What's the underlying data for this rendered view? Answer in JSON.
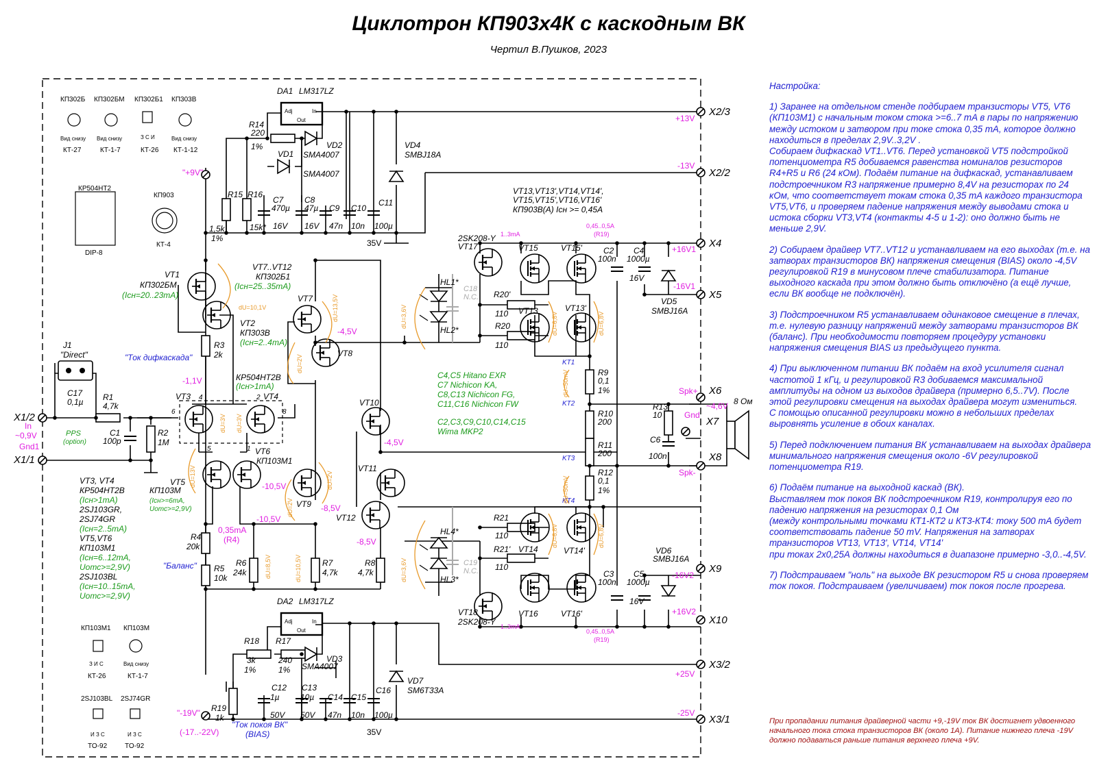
{
  "title": "Циклотрон КП903х4К с каскодным ВК",
  "author": "Чертил В.Пушков, 2023",
  "colors": {
    "wire": "#000000",
    "magenta": "#e01ee0",
    "green": "#1a9a1a",
    "blue": "#1f1fd0",
    "orange": "#e89a2a",
    "red": "#a01010",
    "grey": "#aaaaaa"
  },
  "connectors": {
    "x2_3": "X2/3",
    "x2_2": "X2/2",
    "x4": "X4",
    "x5": "X5",
    "x6": "X6",
    "x7": "X7",
    "x8": "X8",
    "x9": "X9",
    "x10": "X10",
    "x3_2": "X3/2",
    "x3_1": "X3/1",
    "x1_2": "X1/2",
    "x1_1": "X1/1"
  },
  "rails": {
    "p13": "+13V",
    "m13": "-13V",
    "p16v1": "+16V1",
    "m16v1": "-16V1",
    "m16v2": "-16V2",
    "p16v2": "+16V2",
    "p25": "+25V",
    "m25": "-25V",
    "p9": "\"+9V\"",
    "m19": "\"-19V\"",
    "m19range": "(-17..-22V)",
    "spk_p": "Spk+",
    "spk_m": "Spk-",
    "gnd": "Gnd",
    "out46": "~4,6V",
    "in_label": "In",
    "in_v": "~0,9V",
    "gnd1": "Gnd1",
    "v35a": "35V",
    "v35b": "35V"
  },
  "packages": {
    "kp302b": "КП302Б",
    "kp302bm": "КП302БМ",
    "kp302b1": "КП302Б1",
    "kp303v": "КП303В",
    "kt27": "КТ-27",
    "kt17a": "КТ-1-7",
    "kt26a": "КТ-26",
    "kt112": "КТ-1-12",
    "bottom_view": "Вид снизу",
    "zsi": "З С И",
    "kr504": "КР504НТ2",
    "dip8": "DIP-8",
    "kp903": "КП903",
    "kt4": "КТ-4",
    "kp103m1": "КП103М1",
    "kp103m": "КП103М",
    "kt26b": "КТ-26",
    "kt17b": "КТ-1-7",
    "sj103bl": "2SJ103BL",
    "sj74gr": "2SJ74GR",
    "ics": "И З С",
    "to92a": "TO-92",
    "to92b": "TO-92",
    "zis": "З И С"
  },
  "labels": {
    "da1": "DA1",
    "lm1": "LM317LZ",
    "da2": "DA2",
    "lm2": "LM317LZ",
    "adj": "Adj",
    "in": "In",
    "out": "Out",
    "r14": "R14",
    "r14v": "220",
    "r14t": "1%",
    "vd1": "VD1",
    "vd2": "VD2",
    "sma1": "SMA4007",
    "sma2": "SMA4007",
    "sma3": "SMA4007",
    "vd4": "VD4",
    "smbj18": "SMBJ18A",
    "r15": "R15",
    "r15v": "1,5k",
    "r15t": "1%",
    "r16": "R16",
    "r16v": "15k*",
    "c7": "C7",
    "c7v": "470µ",
    "c7u": "16V",
    "c8": "C8",
    "c8v": "47µ",
    "c8u": "16V",
    "c9": "C9",
    "c9v": "47n",
    "c10": "C10",
    "c10v": "10n",
    "c11": "C11",
    "c11v": "100µ",
    "vt_list1": "VT13,VT13',VT14,VT14',",
    "vt_list2": "VT15,VT15',VT16,VT16'",
    "vt_list3": "КП903В(А) Iсн >= 0,45А",
    "vt1": "VT1",
    "vt1t": "КП302БМ",
    "vt1i": "(Iсн=20..23mA)",
    "vt2": "VT2",
    "vt2t": "КП303В",
    "vt2i": "(Iсн=2..4mA)",
    "vt712": "VT7..VT12",
    "vt712t": "КП302Б1",
    "vt712i": "(Iсн=25..35mA)",
    "du10": "dU=10,1V",
    "du135": "dU=13,5V",
    "r3": "R3",
    "r3v": "2k",
    "tok": "\"Ток дифкаскада\"",
    "m11": "-1,1V",
    "kr504b": "КР504НТ2В",
    "kr504i": "(Iсн>1mA)",
    "vt7": "VT7",
    "vt8": "VT8",
    "du2a": "dU=2V",
    "m45a": "-4,5V",
    "j1": "J1",
    "direct": "\"Direct\"",
    "c17": "C17",
    "c17v": "0,1µ",
    "pps": "PPS",
    "option": "(option)",
    "r1": "R1",
    "r1v": "4,7k",
    "c1": "C1",
    "c1v": "100p",
    "r2": "R2",
    "r2v": "1M",
    "vt3": "VT3",
    "vt4": "VT4",
    "p4": "4",
    "p2": "2",
    "p6": "6",
    "p8": "8",
    "p5": "5",
    "p1": "1",
    "du3a": "dU=3V",
    "du3b": "dU=3V",
    "vt5": "VT5",
    "vt6": "VT6",
    "vt6t": "КП103М1",
    "vt5t": "КП103М",
    "vt5i1": "(Iсн>=6mA,",
    "vt5i2": "Uотс>=2,9V)",
    "du13": "dU=13V",
    "m105a": "-10,5V",
    "m105b": "-10,5V",
    "vt9": "VT9",
    "m85a": "-8,5V",
    "du2b": "dU=2V",
    "du2c": "dU=2V",
    "vt10": "VT10",
    "vt11": "VT11",
    "vt12": "VT12",
    "m45b": "-4,5V",
    "m85b": "-8,5V",
    "g1": "VT3, VT4",
    "g2": "КР504НТ2В",
    "g3": "(Iсн>1mA)",
    "g4": "2SJ103GR,",
    "g5": "2SJ74GR",
    "g6": "(Iсн=2..5mA)",
    "g7": "VT5,VT6",
    "g8": "КП103М1",
    "g9": "(Iсн=6..12mA,",
    "g10": "Uотс>=2,9V)",
    "g11": "2SJ103BL",
    "g12": "(Iсн=10..15mA,",
    "g13": "Uотс>=2,9V)",
    "r4": "R4",
    "r4v": "20k",
    "i035": "0,35mA",
    "i035r": "(R4)",
    "bal": "\"Баланс\"",
    "r5": "R5",
    "r5v": "10k",
    "r6": "R6",
    "r6v": "24k",
    "du85": "dU=8,5V",
    "du105": "dU=10,5V",
    "r7": "R7",
    "r7v": "4,7k",
    "r8": "R8",
    "r8v": "4,7k",
    "da2lbl": "DA2",
    "r18": "R18",
    "r18v": "3k",
    "r18t": "1%",
    "r17": "R17",
    "r17v": "240",
    "r17t": "1%",
    "vd3": "VD3",
    "vd7": "VD7",
    "sm6": "SM6T33A",
    "c12": "C12",
    "c12v": "1µ",
    "c12u": "50V",
    "c13": "C13",
    "c13v": "10µ",
    "c13u": "50V",
    "c14": "C14",
    "c14v": "47n",
    "c15": "C15",
    "c15v": "10n",
    "c16": "C16",
    "c16v": "100µ",
    "r19": "R19",
    "r19v": "1k",
    "bias": "\"Ток покоя ВК\"",
    "bias2": "(BIAS)",
    "c45": "C4,C5 Hitano EXR",
    "c7n": "C7 Nichicon KA,",
    "c813": "C8,C13 Nichicon FG,",
    "c1116": "C11,C16 Nichicon FW",
    "c2list": "C2,C3,C9,C10,C14,C15",
    "wima": "Wima MKP2",
    "sk1": "2SK208-Y",
    "vt17": "VT17",
    "i13a": "1..3mA",
    "vt15": "VT15",
    "vt15p": "VT15'",
    "i045a": "0,45..0,5A",
    "r19a": "(R19)",
    "c2": "C2",
    "c2v": "100n",
    "c4": "C4",
    "c4v": "1000µ",
    "c4u": "16V",
    "vd5": "VD5",
    "smbj16a": "SMBJ16A",
    "hl1": "HL1*",
    "hl2": "HL2*",
    "c18": "C18",
    "nc1": "N.C.",
    "r20p": "R20'",
    "r20pv": "110",
    "r20": "R20",
    "r20v": "110",
    "vt13": "VT13",
    "vt13p": "VT13'",
    "du6a": "dU=6,8V",
    "du6b": "dU=6,8V",
    "du36a": "dU=3,6V",
    "kt1": "KT1",
    "r9": "R9",
    "r9v": "0,1",
    "r9t": "1%",
    "kt2": "KT2",
    "r10": "R10",
    "r10v": "200",
    "r11": "R11",
    "r11v": "200",
    "kt3": "KT3",
    "r12": "R12",
    "r12v": "0,1",
    "r12t": "1%",
    "kt4": "KT4",
    "du50a": "dU=50mV",
    "du50b": "dU=50mV",
    "r13": "R13",
    "r13v": "10",
    "c6": "C6",
    "c6v": "100n",
    "ohm": "8 Ом",
    "hl4": "HL4*",
    "hl3": "HL3*",
    "c19": "C19",
    "nc2": "N.C.",
    "r21": "R21",
    "r21v": "110",
    "r21p": "R21'",
    "r21pv": "110",
    "vt14": "VT14",
    "vt14p": "VT14'",
    "du6c": "dU=6,8V",
    "du6d": "dU=6,8V",
    "du36b": "dU=3,6V",
    "vd6": "VD6",
    "smbj16b": "SMBJ16A",
    "c3": "C3",
    "c3v": "100n",
    "c5": "C5",
    "c5v": "1000µ",
    "c5u": "16V",
    "vt18": "VT18",
    "sk2": "2SK208-Y",
    "i13b": "1..3mA",
    "vt16": "VT16",
    "vt16p": "VT16'",
    "i045b": "0,45..0,5A",
    "r19b": "(R19)"
  },
  "notes": {
    "title": "Настройка:",
    "steps": [
      "1) Заранее на отдельном стенде подбираем транзисторы VT5, VT6 (КП103М1) с начальным током стока >=6..7 mA в пары по напряжению между истоком и затвором при токе стока 0,35 mA, которое должно находиться в пределах 2,9V..3,2V .\nСобираем дифкаскад VT1..VT6. Перед установкой VT5 подстройкой потенциометра R5 добиваемся равенства номиналов резисторов R4+R5 и R6 (24 кОм).  Подаём питание на дифкаскад, устанавливаем подстроечником R3 напряжение примерно 8,4V на резисторах по 24 кОм, что соответствует токам стока 0,35 mA каждого транзистора VT5,VT6, и проверяем падение напряжения между выводами стока и истока сборки VT3,VT4 (контакты 4-5 и 1-2): оно должно быть не меньше 2,9V.",
      "2) Собираем драйвер VT7..VT12 и устанавливаем на его выходах (т.е. на затворах транзисторов ВК) напряжения смещения (BIAS) около -4,5V регулировкой R19 в минусовом плече стабилизатора. Питание выходного каскада при этом должно быть отключёно (а ещё лучше, если ВК вообще не подключён).",
      "3) Подстроечником R5 устанавливаем одинаковое смещение в плечах, т.е. нулевую разницу напряжений между затворами транзисторов ВК (баланс). При необходимости повторяем процедуру установки напряжения смещения BIAS из предыдущего пункта.",
      "4) При выключенном питании ВК подаём на вход усилителя сигнал частотой 1 кГц, и регулировкой R3 добиваемся максимальной амплитуды на одном из выходов драйвера (примерно 6,5..7V). После этой регулировки смещения на выходах драйвера могут измениться.\nС помощью описанной регулировки можно в небольших пределах выровнять усиление в обоих каналах.",
      "5) Перед подключением питания ВК устанавливаем на выходах драйвера минимального напряжения смещения около -6V регулировкой потенциометра R19.",
      "6) Подаём питание на выходной каскад (ВК).\nВыставляем ток покоя ВК подстроечником R19, контролируя его по падению напряжения на резисторах 0,1 Ом\n(между контрольными точками КТ1-КТ2 и КТ3-КТ4: току 500 mA будет соответствовать падение 50 mV. Напряжения на затворах транзисторов VT13, VT13', VT14, VT14'\nпри токах 2х0,25А должны находиться в диапазоне примерно -3,0..-4,5V.",
      "7) Подстраиваем \"ноль\" на выходе ВК резистором R5 и снова проверяем ток покоя. Подстраиваем (увеличиваем) ток покоя после прогрева."
    ],
    "footnote": "При пропадании питания драйверной части +9,-19V ток ВК достигнет удвоенного начального тока стока транзисторов ВК (около 1А). Питание нижнего плеча -19V должно подаваться раньше питания верхнего плеча +9V."
  }
}
